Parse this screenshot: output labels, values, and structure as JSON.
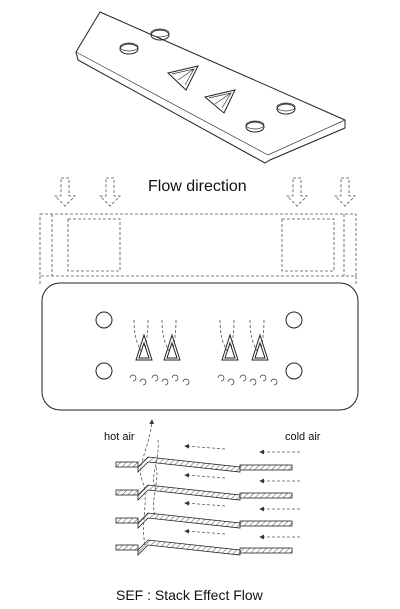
{
  "labels": {
    "flow_direction": "Flow direction",
    "hot_air": "hot air",
    "cold_air": "cold air",
    "caption": "SEF : Stack Effect Flow"
  },
  "icons": [
    "down-arrow-icon",
    "triangle-vent-icon",
    "swirl-icon",
    "hole-icon"
  ]
}
